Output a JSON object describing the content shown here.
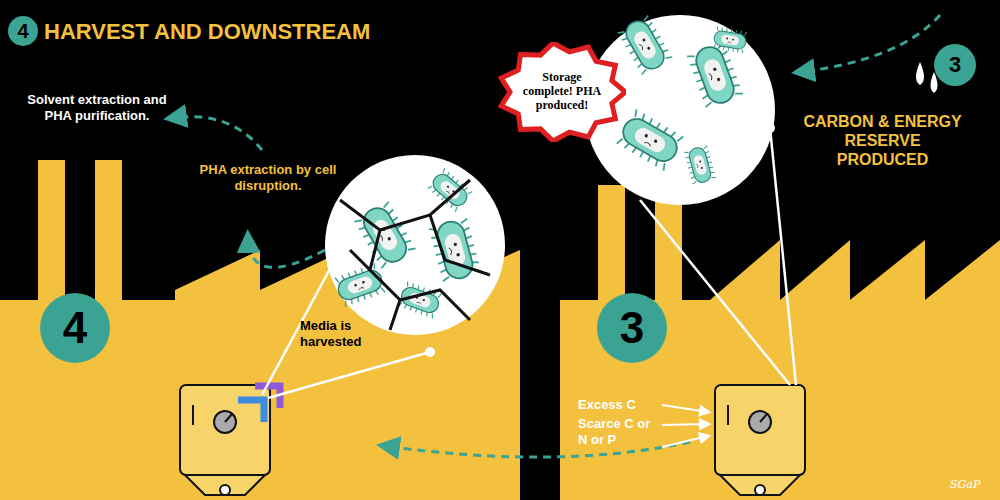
{
  "diagram": {
    "title": "HARVEST AND DOWNSTREAM",
    "nodes": [
      {
        "text": [
          "4"
        ]
      },
      {
        "text": [
          "Storage complete! PHA produced!"
        ]
      },
      {
        "text": [
          "3"
        ]
      },
      {
        "text": [
          "4"
        ]
      },
      {
        "text": [
          "3"
        ]
      }
    ],
    "labels": [
      "Solvent extraction and PHA purification.",
      "PHA extraction by cell disruption.",
      "CARBON & ENERGY RESERVE PRODUCED",
      "Media is harvested",
      "Excess C",
      "Scarce C or N or P",
      "SGaP"
    ]
  }
}
